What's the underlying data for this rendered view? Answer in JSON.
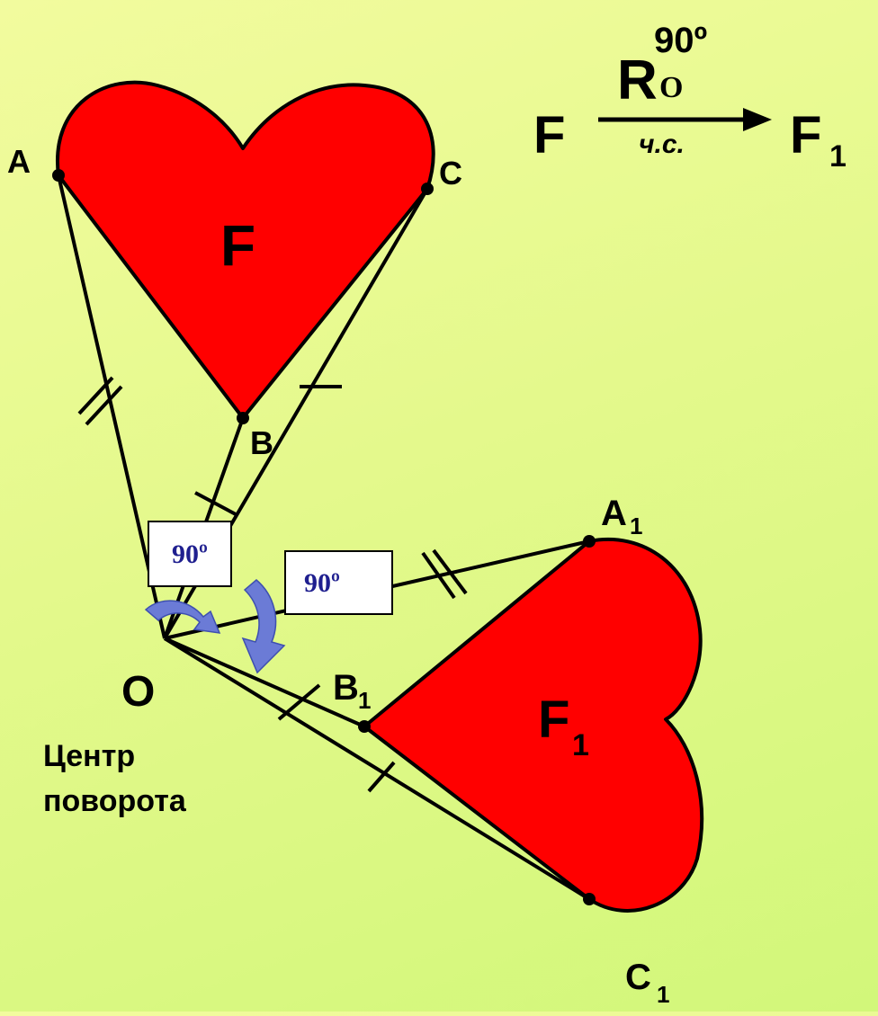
{
  "formula": {
    "source": "F",
    "operator": "R",
    "operator_subscript": "O",
    "operator_superscript": "90º",
    "arrow_label": "ч.с.",
    "target": "F",
    "target_subscript": "1"
  },
  "figure_labels": {
    "original": "F",
    "image": "F",
    "image_subscript": "1"
  },
  "points": {
    "A": "A",
    "B": "B",
    "C": "C",
    "O": "O",
    "A1": "A",
    "B1": "B",
    "C1": "C",
    "subscript": "1"
  },
  "angle_boxes": [
    "90º",
    "90º"
  ],
  "center_caption": [
    "Центр",
    "поворота"
  ],
  "colors": {
    "heart_fill": "#ff0000",
    "outline": "#000000",
    "rotation_arrow": "#6b7bd6",
    "angle_text": "#1f1f8f",
    "box_fill": "#ffffff"
  }
}
